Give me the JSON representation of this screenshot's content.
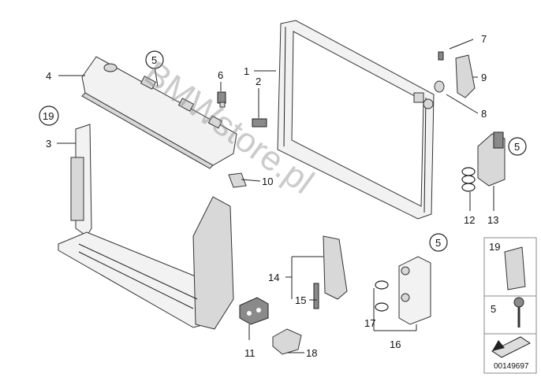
{
  "callouts": {
    "n1": "1",
    "n2": "2",
    "n3": "3",
    "n4": "4",
    "n5a": "5",
    "n6": "6",
    "n7": "7",
    "n8": "8",
    "n9": "9",
    "n10": "10",
    "n11": "11",
    "n12": "12",
    "n13": "13",
    "n14": "14",
    "n15": "15",
    "n16": "16",
    "n17": "17",
    "n18": "18",
    "n19": "19",
    "n5b": "5",
    "n5c": "5"
  },
  "watermark": "BMWstore.pl",
  "legend": {
    "item_top": "19",
    "item_bottom": "5"
  },
  "diagram_id": "00149697"
}
